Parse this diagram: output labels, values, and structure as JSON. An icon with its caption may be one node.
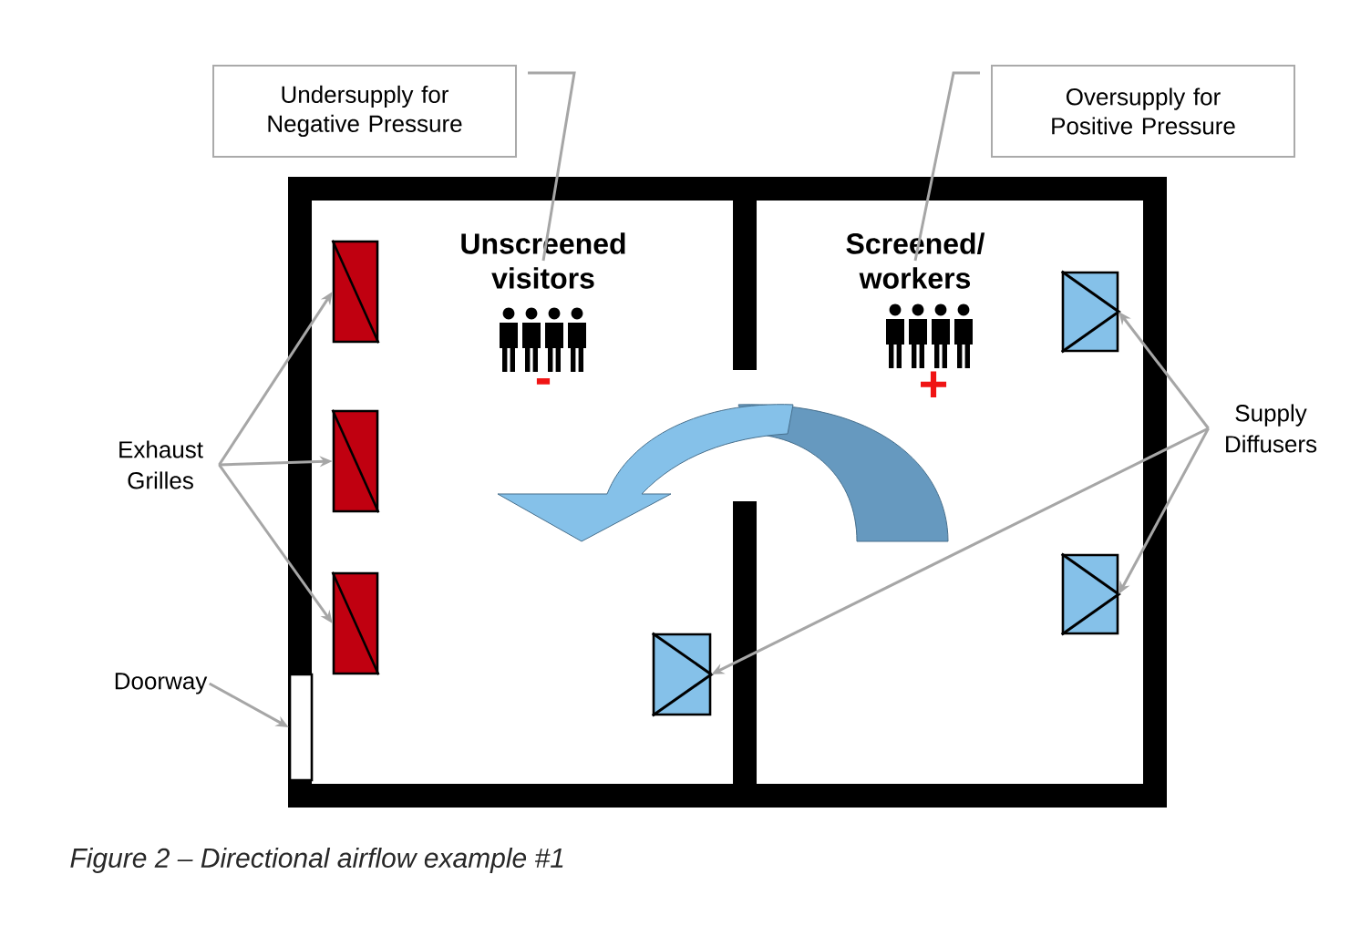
{
  "diagram": {
    "caption": "Figure 2 – Directional airflow example #1",
    "nodes": [
      {
        "text": [
          "Undersupply for Negative Pressure"
        ]
      },
      {
        "text": [
          "Oversupply for Positive Pressure"
        ]
      },
      {
        "text": [
          "Unscreened visitors"
        ]
      },
      {
        "text": [
          "Screened/ workers"
        ]
      },
      {
        "text": [
          "Exhaust Grilles"
        ]
      },
      {
        "text": [],
        "shape": "box"
      },
      {
        "text": [],
        "shape": "box"
      },
      {
        "text": [],
        "shape": "box"
      },
      {
        "text": [
          "Supply Diffusers"
        ]
      },
      {
        "text": [],
        "shape": "box"
      },
      {
        "text": [],
        "shape": "box"
      },
      {
        "text": [],
        "shape": "box"
      },
      {
        "text": [
          "Doorway"
        ]
      },
      {
        "text": [],
        "shape": "box"
      }
    ],
    "edges": [
      {
        "from": 0,
        "to": 2,
        "arrow": "none"
      },
      {
        "from": 1,
        "to": 3,
        "arrow": "none"
      },
      {
        "from": 4,
        "to": 5,
        "arrow": "to"
      },
      {
        "from": 4,
        "to": 6,
        "arrow": "to"
      },
      {
        "from": 4,
        "to": 7,
        "arrow": "to"
      },
      {
        "from": 8,
        "to": 9,
        "arrow": "to"
      },
      {
        "from": 8,
        "to": 10,
        "arrow": "to"
      },
      {
        "from": 8,
        "to": 11,
        "arrow": "to"
      },
      {
        "from": 12,
        "to": 13,
        "arrow": "to"
      }
    ],
    "labels": [
      "-",
      "+"
    ]
  }
}
